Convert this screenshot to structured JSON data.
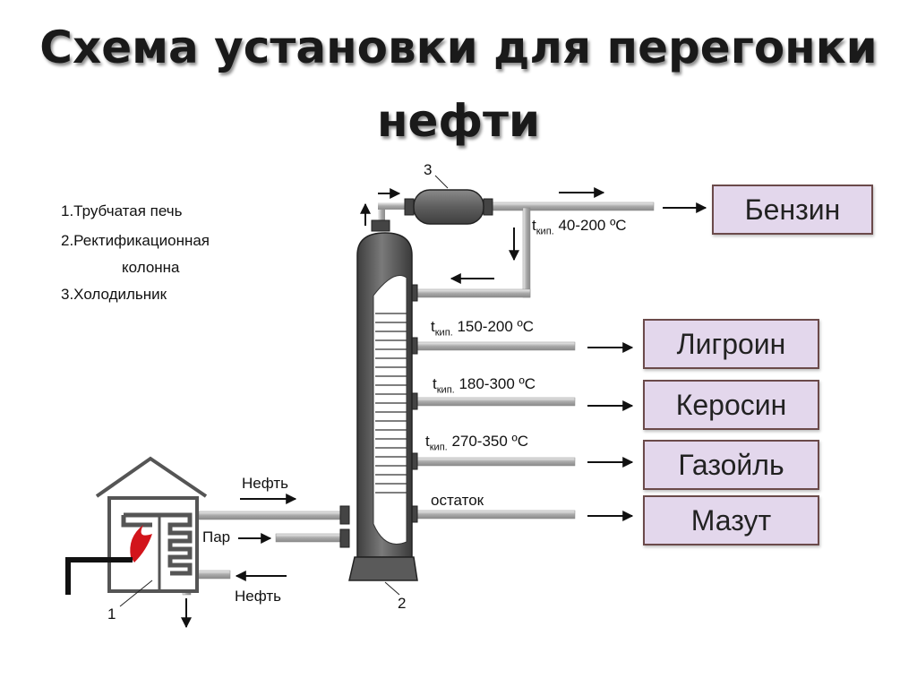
{
  "title": {
    "line1": "Схема установки для перегонки",
    "line2": "нефти"
  },
  "legend": {
    "item1": "1.Трубчатая печь",
    "item2a": "2.Ректификационная",
    "item2b": "колонна",
    "item3": "3.Холодильник"
  },
  "numbers": {
    "n1": "1",
    "n2": "2",
    "n3": "3"
  },
  "labels": {
    "oil_in_top": "Нефть",
    "steam": "Пар",
    "oil_in_bottom": "Нефть",
    "residue": "остаток"
  },
  "temps": {
    "benzin": {
      "t": "t",
      "sub": "кип.",
      "range": " 40-200 ºС"
    },
    "ligroin": {
      "t": "t",
      "sub": "кип.",
      "range": " 150-200 ºС"
    },
    "kerosin": {
      "t": "t",
      "sub": "кип.",
      "range": " 180-300 ºС"
    },
    "gasoil": {
      "t": "t",
      "sub": "кип.",
      "range": " 270-350 ºС"
    }
  },
  "products": {
    "benzin": "Бензин",
    "ligroin": "Лигроин",
    "kerosin": "Керосин",
    "gasoil": "Газойль",
    "mazut": "Мазут"
  },
  "colors": {
    "column": "#5a5a5a",
    "pipe": "#b5b5b5",
    "product_fill": "#e3d7ec",
    "product_border": "#6b4a4a",
    "flame": "#d2141b"
  }
}
